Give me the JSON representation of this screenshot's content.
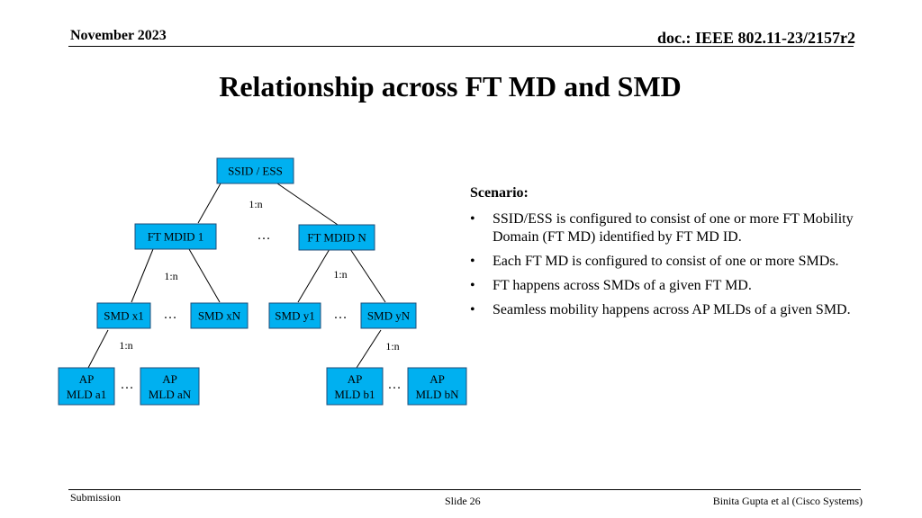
{
  "header": {
    "date": "November 2023",
    "doc_id": "doc.: IEEE 802.11-23/2157r2"
  },
  "title": "Relationship across FT MD and SMD",
  "diagram": {
    "box_fill": "#00b0f0",
    "box_stroke": "#1f4e79",
    "nodes": {
      "ssid": "SSID / ESS",
      "ftmd1": "FT MDID 1",
      "ftmdn": "FT MDID N",
      "smdx1": "SMD x1",
      "smdxn": "SMD xN",
      "smdy1": "SMD y1",
      "smdyn": "SMD yN",
      "apa1": [
        "AP",
        "MLD a1"
      ],
      "apan": [
        "AP",
        "MLD aN"
      ],
      "apb1": [
        "AP",
        "MLD b1"
      ],
      "apbn": [
        "AP",
        "MLD bN"
      ]
    },
    "labels": {
      "rel_top": "1:n",
      "rel_ft1": "1:n",
      "rel_ftn": "1:n",
      "rel_smdx1": "1:n",
      "rel_smdyn": "1:n"
    },
    "ellipsis": "…"
  },
  "scenario": {
    "heading": "Scenario:",
    "bullet_glyph": "•",
    "items": [
      "SSID/ESS is configured to consist of one or more FT Mobility Domain (FT MD) identified by FT MD ID.",
      "Each FT MD is configured to consist of one or more SMDs.",
      "FT happens across SMDs of a given FT MD.",
      "Seamless mobility happens across AP MLDs of a given SMD."
    ]
  },
  "footer": {
    "left": "Submission",
    "center": "Slide 26",
    "right": "Binita Gupta et al (Cisco Systems)"
  }
}
